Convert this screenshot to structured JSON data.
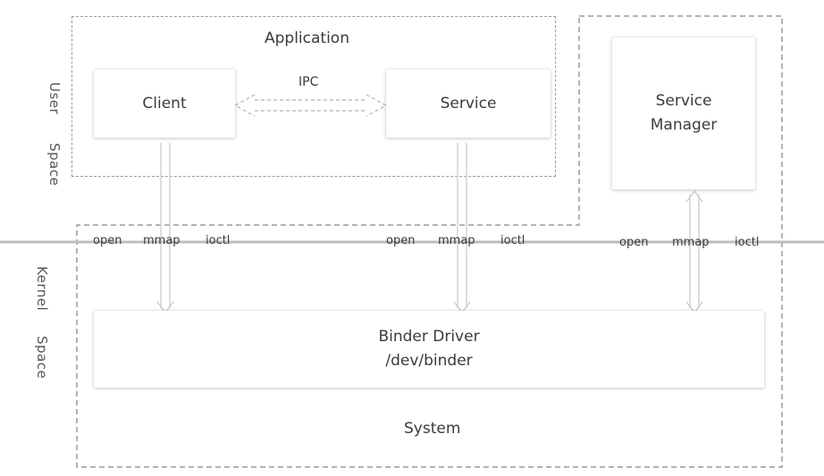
{
  "labels": {
    "application": "Application",
    "system": "System",
    "user": "User",
    "user_space": "Space",
    "kernel": "Kernel",
    "kernel_space": "Space",
    "ipc": "IPC"
  },
  "boxes": {
    "client": "Client",
    "service": "Service",
    "service_manager_line1": "Service",
    "service_manager_line2": "Manager",
    "binder_driver_line1": "Binder Driver",
    "binder_driver_line2": "/dev/binder"
  },
  "syscalls": {
    "client": [
      "open",
      "mmap",
      "ioctl"
    ],
    "service": [
      "open",
      "mmap",
      "ioctl"
    ],
    "service_manager": [
      "open",
      "mmap",
      "ioctl"
    ]
  }
}
